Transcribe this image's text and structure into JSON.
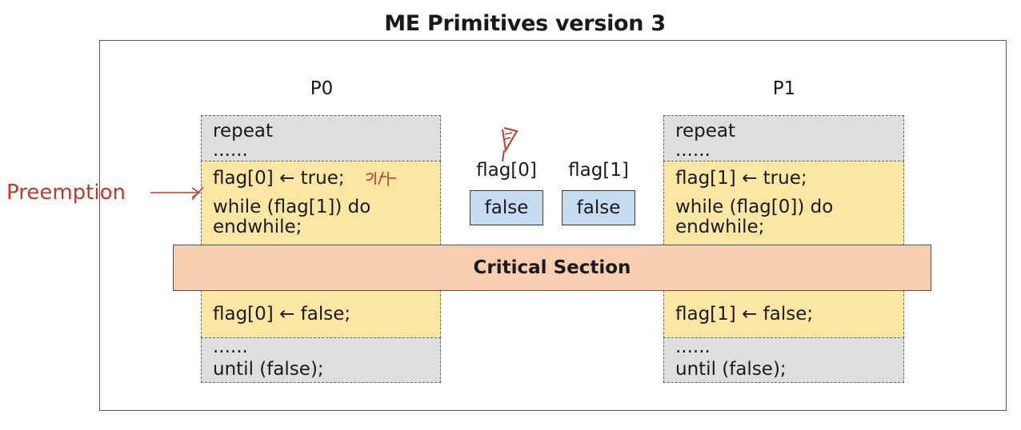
{
  "title": "ME Primitives version 3",
  "annotation": {
    "preemption": "Preemption"
  },
  "p0": {
    "label": "P0",
    "repeat": "repeat",
    "dots_top": "......",
    "set_flag": "flag[0] ← true;",
    "while": "while (flag[1]) do",
    "endwhile": "endwhile;",
    "clear_flag": "flag[0] ← false;",
    "dots_bottom": "......",
    "until": "until (false);"
  },
  "p1": {
    "label": "P1",
    "repeat": "repeat",
    "dots_top": "......",
    "set_flag": "flag[1] ← true;",
    "while": "while (flag[0]) do",
    "endwhile": "endwhile;",
    "clear_flag": "flag[1] ← false;",
    "dots_bottom": "......",
    "until": "until (false);"
  },
  "flags": [
    {
      "name": "flag[0]",
      "value": "false"
    },
    {
      "name": "flag[1]",
      "value": "false"
    }
  ],
  "critical_section": "Critical Section",
  "colors": {
    "entry_exit": "#fbe6a4",
    "remainder": "#dedede",
    "flag_box": "#c5dbef",
    "critical": "#f7cfb0",
    "annotation": "#c0392b"
  }
}
